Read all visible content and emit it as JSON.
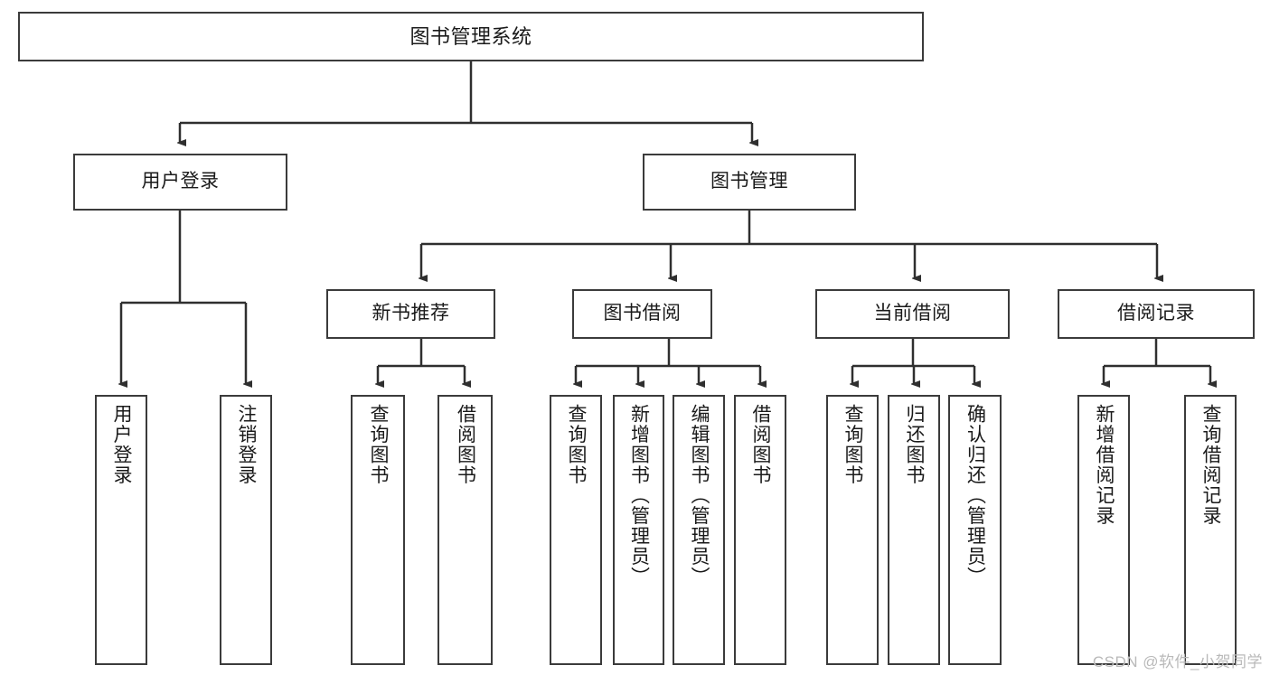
{
  "diagram": {
    "title": "图书管理系统",
    "type": "tree-hierarchy",
    "watermark": "CSDN @软件_小贺同学",
    "colors": {
      "stroke": "#3b3b3b",
      "fill": "#ffffff",
      "text": "#1a1a1a",
      "watermark": "#b9b9b9"
    },
    "nodes": {
      "root": {
        "label": "图书管理系统"
      },
      "level1": [
        {
          "id": "user-login",
          "label": "用户登录"
        },
        {
          "id": "book-management",
          "label": "图书管理"
        }
      ],
      "level2": [
        {
          "id": "new-book-recommend",
          "label": "新书推荐"
        },
        {
          "id": "book-borrow",
          "label": "图书借阅"
        },
        {
          "id": "current-borrow",
          "label": "当前借阅"
        },
        {
          "id": "borrow-record",
          "label": "借阅记录"
        }
      ],
      "leaves": {
        "user-login": [
          {
            "id": "leaf-user-login",
            "label": "用户登录"
          },
          {
            "id": "leaf-logout-login",
            "label": "注销登录"
          }
        ],
        "new-book-recommend": [
          {
            "id": "leaf-query-book-1",
            "label": "查询图书"
          },
          {
            "id": "leaf-borrow-book-1",
            "label": "借阅图书"
          }
        ],
        "book-borrow": [
          {
            "id": "leaf-query-book-2",
            "label": "查询图书"
          },
          {
            "id": "leaf-add-book",
            "label": "新增图书（管理员）"
          },
          {
            "id": "leaf-edit-book",
            "label": "编辑图书（管理员）"
          },
          {
            "id": "leaf-borrow-book-2",
            "label": "借阅图书"
          }
        ],
        "current-borrow": [
          {
            "id": "leaf-query-book-3",
            "label": "查询图书"
          },
          {
            "id": "leaf-return-book",
            "label": "归还图书"
          },
          {
            "id": "leaf-confirm-return",
            "label": "确认归还（管理员）"
          }
        ],
        "borrow-record": [
          {
            "id": "leaf-add-record",
            "label": "新增借阅记录"
          },
          {
            "id": "leaf-query-record",
            "label": "查询借阅记录"
          }
        ]
      }
    }
  }
}
